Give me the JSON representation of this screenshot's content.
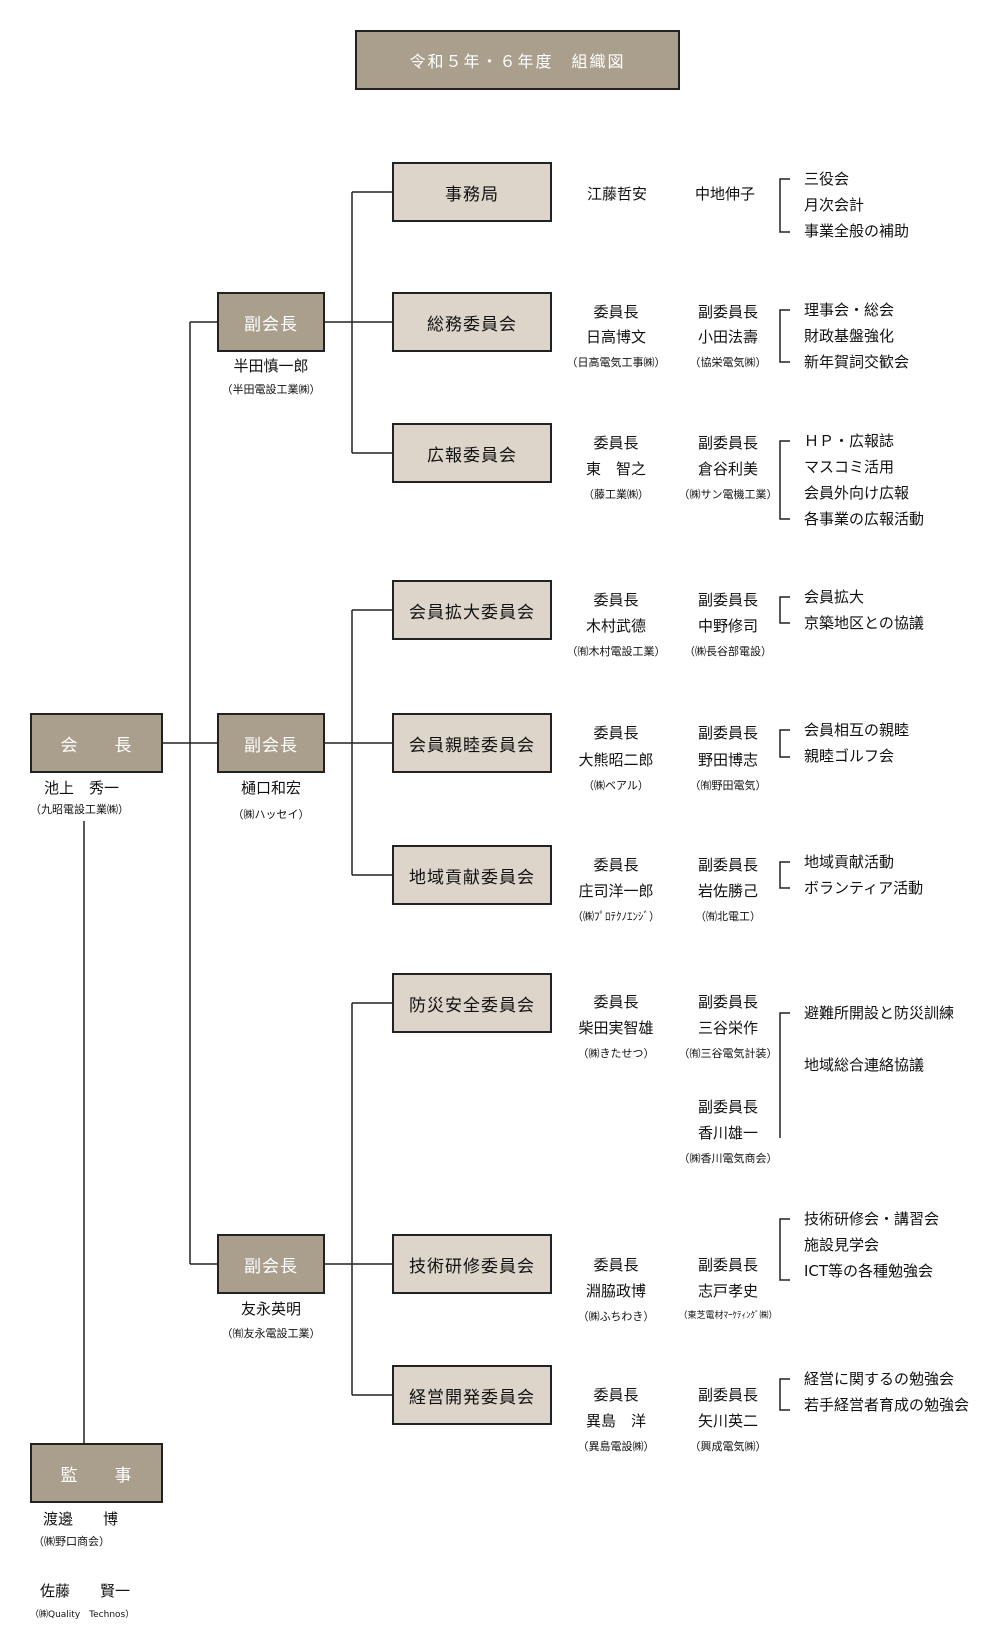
{
  "title": "令和５年・６年度　組織図",
  "president": {
    "role": "会　　長",
    "name": "池上　秀一",
    "company": "（九昭電設工業㈱）"
  },
  "auditor": {
    "role": "監　　事",
    "members": [
      {
        "name": "渡邊　　博",
        "company": "（㈱野口商会）"
      },
      {
        "name": "佐藤　　賢一",
        "company": "（㈱Quality　Technos）"
      }
    ]
  },
  "vice_presidents": [
    {
      "role": "副会長",
      "name": "半田慎一郎",
      "company": "（半田電設工業㈱）"
    },
    {
      "role": "副会長",
      "name": "樋口和宏",
      "company": "（㈱ハッセイ）"
    },
    {
      "role": "副会長",
      "name": "友永英明",
      "company": "（㈲友永電設工業）"
    }
  ],
  "committees": [
    {
      "name": "事務局",
      "persons": [
        {
          "title": "",
          "name": "江藤哲安",
          "company": ""
        },
        {
          "title": "",
          "name": "中地伸子",
          "company": ""
        }
      ],
      "duties": [
        "三役会",
        "月次会計",
        "事業全般の補助"
      ]
    },
    {
      "name": "総務委員会",
      "persons": [
        {
          "title": "委員長",
          "name": "日高博文",
          "company": "（日高電気工事㈱）"
        },
        {
          "title": "副委員長",
          "name": "小田法壽",
          "company": "（協栄電気㈱）"
        }
      ],
      "duties": [
        "理事会・総会",
        "財政基盤強化",
        "新年賀詞交歓会"
      ]
    },
    {
      "name": "広報委員会",
      "persons": [
        {
          "title": "委員長",
          "name": "東　智之",
          "company": "（藤工業㈱）"
        },
        {
          "title": "副委員長",
          "name": "倉谷利美",
          "company": "（㈱サン電機工業）"
        }
      ],
      "duties": [
        "ＨＰ・広報誌",
        "マスコミ活用",
        "会員外向け広報",
        "各事業の広報活動"
      ]
    },
    {
      "name": "会員拡大委員会",
      "persons": [
        {
          "title": "委員長",
          "name": "木村武德",
          "company": "（㈲木村電設工業）"
        },
        {
          "title": "副委員長",
          "name": "中野修司",
          "company": "（㈱長谷部電設）"
        }
      ],
      "duties": [
        "会員拡大",
        "京築地区との協議"
      ]
    },
    {
      "name": "会員親睦委員会",
      "persons": [
        {
          "title": "委員長",
          "name": "大熊昭二郎",
          "company": "（㈱ベアル）"
        },
        {
          "title": "副委員長",
          "name": "野田博志",
          "company": "（㈲野田電気）"
        }
      ],
      "duties": [
        "会員相互の親睦",
        "親睦ゴルフ会"
      ]
    },
    {
      "name": "地域貢献委員会",
      "persons": [
        {
          "title": "委員長",
          "name": "庄司洋一郎",
          "company": "（㈱ﾌﾟﾛﾃｸﾉｴﾝｼﾞ）"
        },
        {
          "title": "副委員長",
          "name": "岩佐勝己",
          "company": "（㈲北電工）"
        }
      ],
      "duties": [
        "地域貢献活動",
        "ボランティア活動"
      ]
    },
    {
      "name": "防災安全委員会",
      "persons": [
        {
          "title": "委員長",
          "name": "柴田実智雄",
          "company": "（㈱きたせつ）"
        },
        {
          "title": "副委員長",
          "name": "三谷栄作",
          "company": "（㈲三谷電気計装）"
        },
        {
          "title": "副委員長",
          "name": "香川雄一",
          "company": "（㈱香川電気商会）"
        }
      ],
      "duties": [
        "避難所開設と防災訓練",
        "地域総合連絡協議"
      ]
    },
    {
      "name": "技術研修委員会",
      "persons": [
        {
          "title": "委員長",
          "name": "淵脇政博",
          "company": "（㈱ふちわき）"
        },
        {
          "title": "副委員長",
          "name": "志戸孝史",
          "company": "（東芝電材ﾏｰｹﾃｨﾝｸﾞ㈱）"
        }
      ],
      "duties": [
        "技術研修会・講習会",
        "施設見学会",
        "ICT等の各種勉強会"
      ]
    },
    {
      "name": "経営開発委員会",
      "persons": [
        {
          "title": "委員長",
          "name": "異島　洋",
          "company": "（異島電設㈱）"
        },
        {
          "title": "副委員長",
          "name": "矢川英二",
          "company": "（興成電気㈱）"
        }
      ],
      "duties": [
        "経営に関するの勉強会",
        "若手経営者育成の勉強会"
      ]
    }
  ]
}
